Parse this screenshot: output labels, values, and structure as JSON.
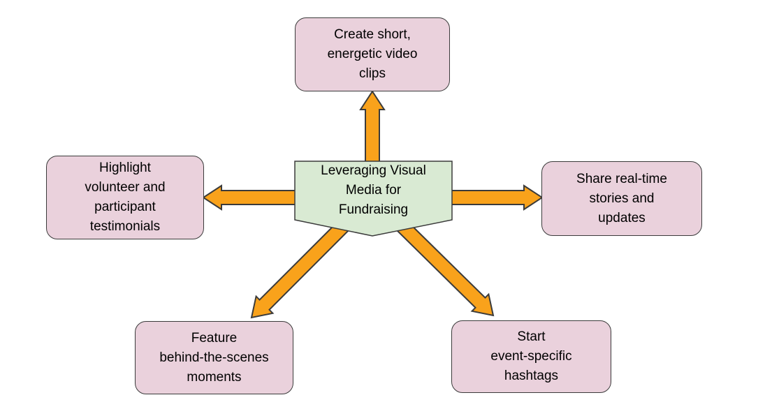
{
  "diagram": {
    "title": "Leveraging Visual Media for Fundraising",
    "center": {
      "label": "Leveraging Visual\nMedia for\nFundraising"
    },
    "nodes": {
      "top": {
        "label": "Create short,\nenergetic video\nclips"
      },
      "left": {
        "label": "Highlight\nvolunteer and\nparticipant\ntestimonials"
      },
      "right": {
        "label": "Share real-time\nstories and\nupdates"
      },
      "bottom_left": {
        "label": "Feature\nbehind-the-scenes\nmoments"
      },
      "bottom_right": {
        "label": "Start\nevent-specific\nhashtags"
      }
    }
  },
  "colors": {
    "node-fill": "#EAD1DC",
    "center-fill": "#D9EAD3",
    "arrow-fill": "#F9A21B",
    "outline": "#3B3B3B",
    "text": "#000000",
    "canvas": "#FFFFFF"
  }
}
